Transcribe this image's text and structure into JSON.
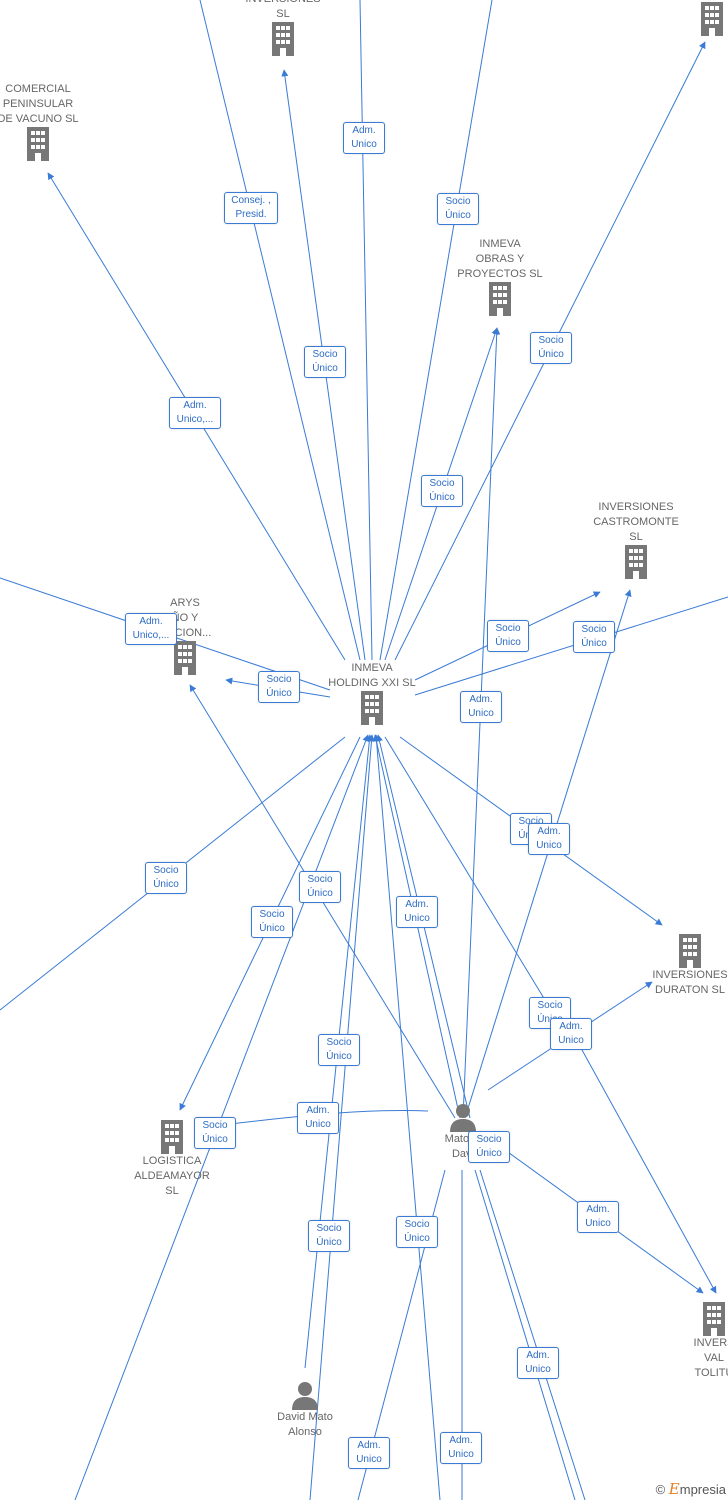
{
  "nodes": [
    {
      "id": "inversiones_top",
      "type": "company",
      "label": "INVERSIONES\nSL"
    },
    {
      "id": "comercial",
      "type": "company",
      "label": "COMERCIAL\nPENINSULAR\nDE VACUNO SL"
    },
    {
      "id": "inmeva_obras",
      "type": "company",
      "label": "INMEVA\nOBRAS Y\nPROYECTOS SL"
    },
    {
      "id": "top_right",
      "type": "company",
      "label": ""
    },
    {
      "id": "castromonte",
      "type": "company",
      "label": "INVERSIONES\nCASTROMONTE\nSL"
    },
    {
      "id": "arys",
      "type": "company",
      "label": "ARYS\nÑO Y\nUCCION..."
    },
    {
      "id": "inmeva_holding",
      "type": "company",
      "label": "INMEVA\nHOLDING XXI SL"
    },
    {
      "id": "duraton",
      "type": "company",
      "label": "INVERSIONES\nDURATON SL"
    },
    {
      "id": "logistica",
      "type": "company",
      "label": "LOGISTICA\nALDEAMAYOR\nSL"
    },
    {
      "id": "mato_aldavid",
      "type": "person",
      "label": "Mato Al\nDavi"
    },
    {
      "id": "inversiones_valtolitu",
      "type": "company",
      "label": "INVERS\nVAL\nTOLITU"
    },
    {
      "id": "david_mato",
      "type": "person",
      "label": "David Mato\nAlonso"
    }
  ],
  "edge_labels": [
    "Adm.\nUnico",
    "Consej. ,\nPresid.",
    "Socio\nÚnico",
    "Socio\nÚnico",
    "Adm.\nUnico,...",
    "Socio\nÚnico",
    "Socio\nÚnico",
    "Adm.\nUnico,...",
    "Socio\nÚnico",
    "Socio\nÚnico",
    "Socio\nÚnico",
    "Adm.\nUnico",
    "Socio\nÚnico",
    "Adm.\nUnico",
    "Socio\nÚnico",
    "Socio\nÚnico",
    "Adm.\nUnico",
    "Socio\nÚnico",
    "Socio\nÚnico",
    "Adm.\nUnico",
    "Adm.\nUnico",
    "Socio\nÚnico",
    "Socio\nÚnico",
    "Socio\nÚnico",
    "Socio\nÚnico",
    "Adm.\nUnico",
    "Adm.\nUnico",
    "Adm.\nUnico",
    "Adm.\nUnico",
    "Socio\nÚnico"
  ],
  "brand": {
    "copyright": "©",
    "name": "mpresia",
    "initial": "E"
  },
  "colors": {
    "edge": "#3a7bd5",
    "node_icon": "#777777",
    "node_text": "#666666"
  }
}
